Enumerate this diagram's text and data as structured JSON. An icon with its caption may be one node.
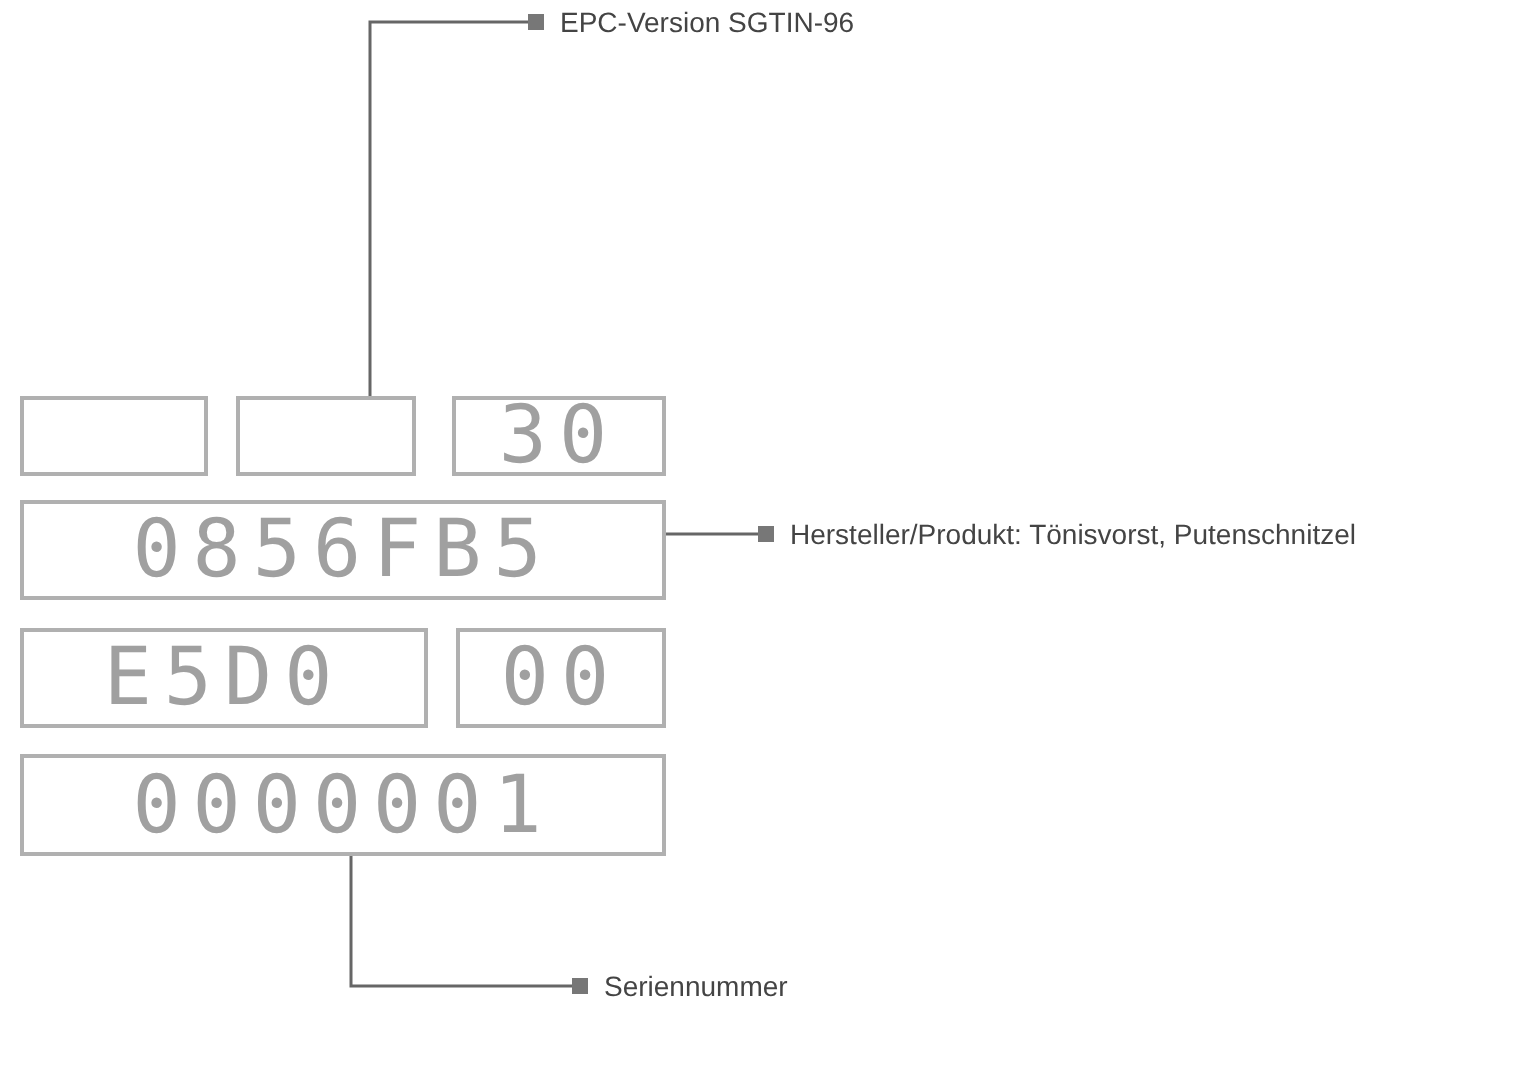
{
  "diagram": {
    "nodes": [
      {
        "text": [],
        "shape": "box"
      },
      {
        "text": [],
        "shape": "box"
      },
      {
        "text": [
          "30"
        ]
      },
      {
        "text": [
          "0856FB5"
        ]
      },
      {
        "text": [
          "E5D0"
        ]
      },
      {
        "text": [
          "00"
        ]
      },
      {
        "text": [
          "0000001"
        ]
      },
      {
        "text": [
          "EPC-Version SGTIN-96"
        ]
      },
      {
        "text": [
          "Hersteller/Produkt: Tönisvorst, Putenschnitzel"
        ]
      },
      {
        "text": [
          "Seriennummer"
        ]
      }
    ],
    "edges": [
      {
        "from": 7,
        "to": 1,
        "arrow": "other"
      },
      {
        "from": 8,
        "to": 3,
        "arrow": "other"
      },
      {
        "from": 9,
        "to": 6,
        "arrow": "other"
      }
    ]
  }
}
